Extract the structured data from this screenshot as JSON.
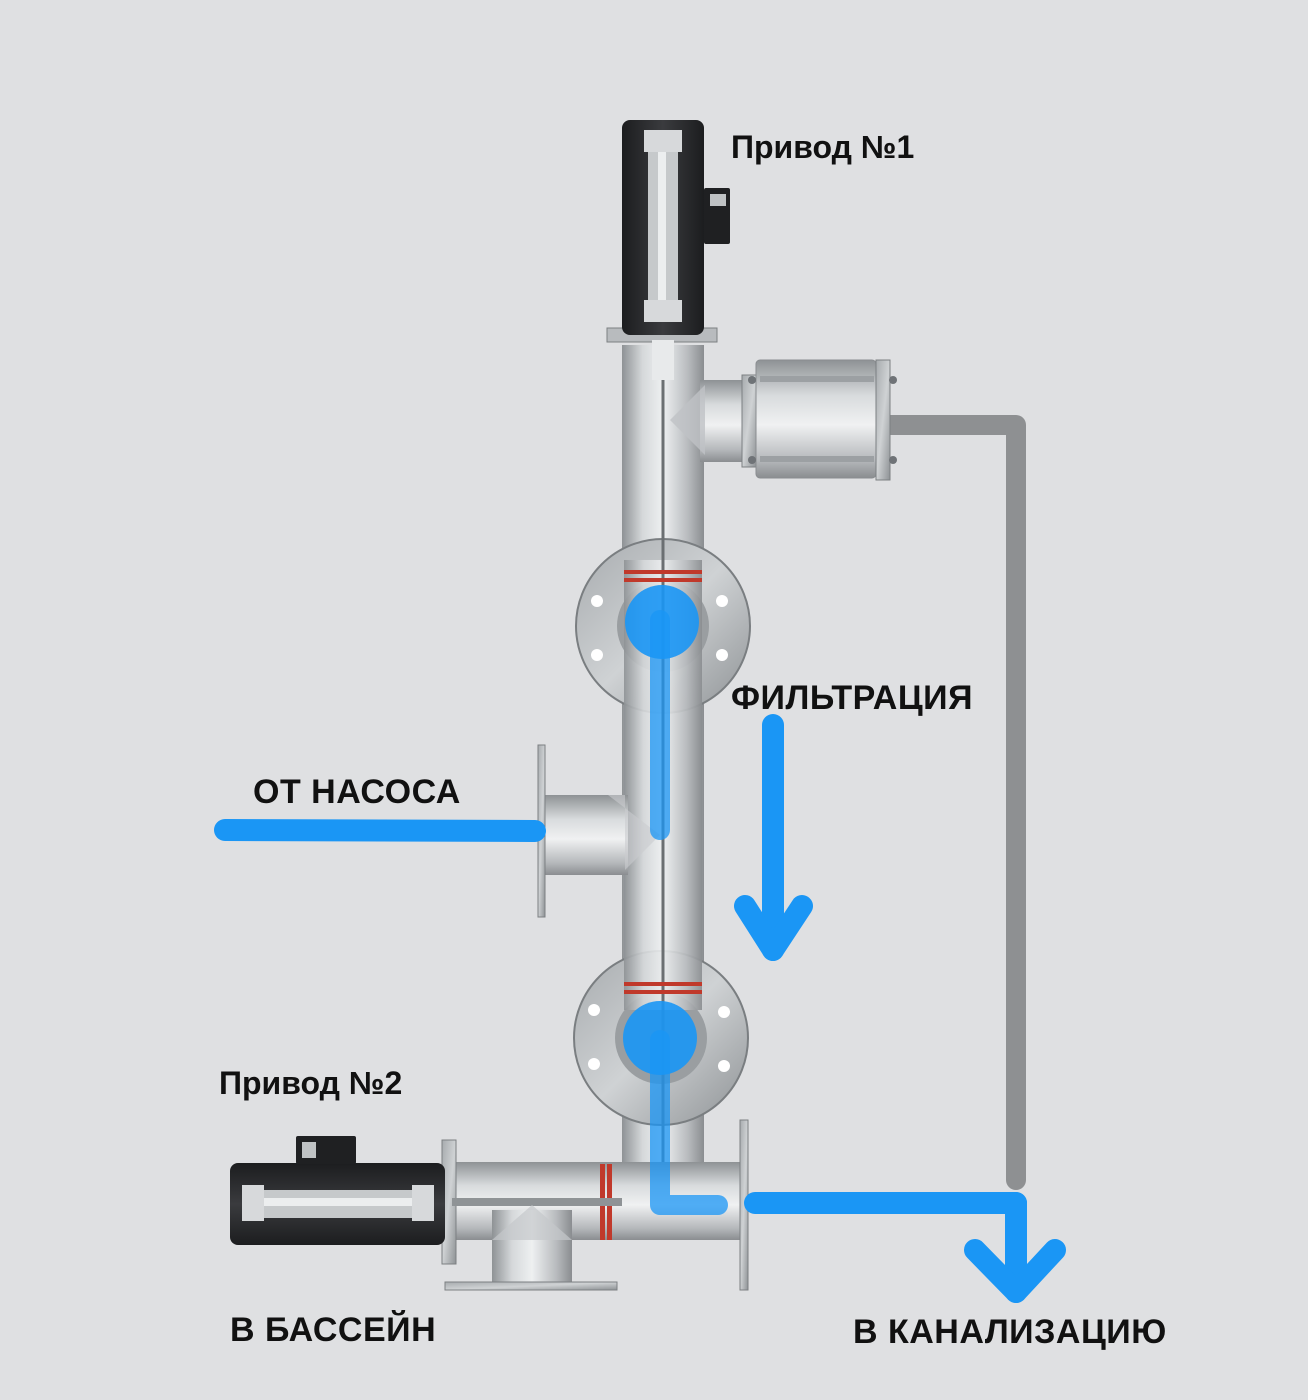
{
  "labels": {
    "actuator_1": "Привод №1",
    "actuator_2": "Привод №2",
    "filtration": "ФИЛЬТРАЦИЯ",
    "from_pump": "ОТ НАСОСА",
    "to_pool": "В БАССЕЙН",
    "to_sewer": "В КАНАЛИЗАЦИЮ"
  },
  "colors": {
    "background": "#dfe0e2",
    "flow_blue": "#1a96f5",
    "drain_line_gray": "#8e9092",
    "actuator_black": "#2b2c2e",
    "seal_red": "#c0392b",
    "label_text": "#111111"
  },
  "icons": {
    "flow_direction": "arrow-down-icon",
    "drain_direction": "arrow-down-icon"
  }
}
